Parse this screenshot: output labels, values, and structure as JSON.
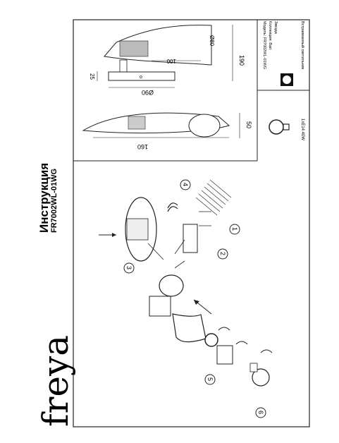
{
  "brand": "freya",
  "header": {
    "title": "Инструкция",
    "model": "FR7002WL-01WG"
  },
  "steps": [
    "1",
    "2",
    "3",
    "4",
    "5",
    "6"
  ],
  "dimensions": {
    "side_length": "160",
    "side_height": "50",
    "base_diameter": "Ø90",
    "base_thickness": "25",
    "top_length": "190",
    "top_length2": "100",
    "top_diameter": "Ø80"
  },
  "spec": {
    "model_line": "Модель: FR7002WL-01WG",
    "color_line": "Коллекция: Bari",
    "color_name": "Звезда",
    "type_line": "Встраиваемый светильник",
    "bulb_line": "1xE14 40W"
  }
}
